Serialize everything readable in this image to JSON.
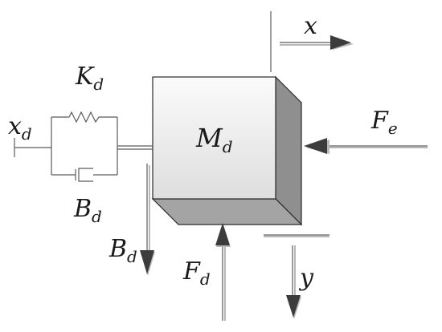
{
  "labels": {
    "stiffness": {
      "main": "K",
      "sub": "d"
    },
    "desired_position": {
      "main": "x",
      "sub": "d"
    },
    "damping_element": {
      "main": "B",
      "sub": "d"
    },
    "damping_force": {
      "main": "B",
      "sub": "d"
    },
    "mass": {
      "main": "M",
      "sub": "d"
    },
    "external_force": {
      "main": "F",
      "sub": "e"
    },
    "driving_force": {
      "main": "F",
      "sub": "d"
    },
    "x_axis": "x",
    "y_axis": "y"
  },
  "colors": {
    "line": "#5a5a5a",
    "arrow_fill": "#3c3c3c",
    "arrow_shadow": "#b8b8b8",
    "box_front_light": "#fbfbfb",
    "box_front_dark": "#dedede",
    "box_side": "#8f8f8f",
    "box_bottom": "#a4a4a4",
    "box_edge": "#2a2a2a",
    "text": "#1a1a1a"
  }
}
